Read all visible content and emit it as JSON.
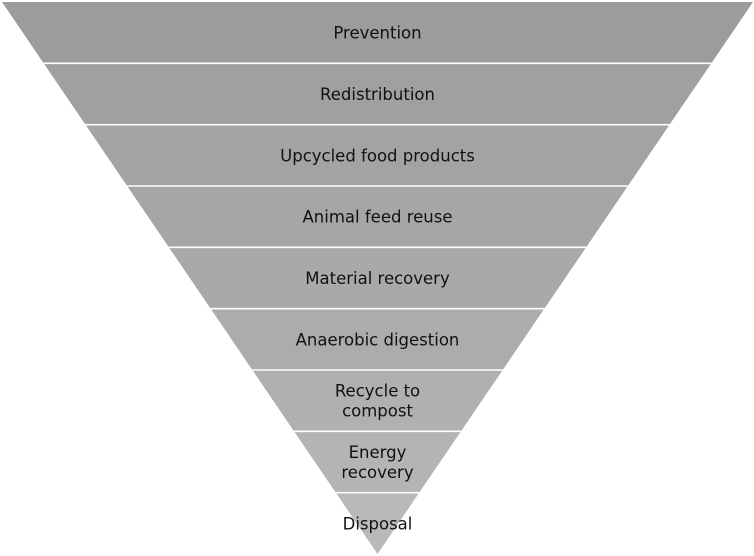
{
  "diagram": {
    "levels": [
      {
        "lines": [
          "Prevention"
        ],
        "color": "#9c9c9c"
      },
      {
        "lines": [
          "Redistribution"
        ],
        "color": "#a0a0a0"
      },
      {
        "lines": [
          "Upcycled food products"
        ],
        "color": "#a3a3a3"
      },
      {
        "lines": [
          "Animal feed reuse"
        ],
        "color": "#a6a6a6"
      },
      {
        "lines": [
          "Material recovery"
        ],
        "color": "#a9a9a9"
      },
      {
        "lines": [
          "Anaerobic digestion"
        ],
        "color": "#acacac"
      },
      {
        "lines": [
          "Recycle to",
          "compost"
        ],
        "color": "#b0b0b0"
      },
      {
        "lines": [
          "Energy",
          "recovery"
        ],
        "color": "#b4b4b4"
      },
      {
        "lines": [
          "Disposal"
        ],
        "color": "#b9b9b9"
      }
    ],
    "divider_color": "#ffffff",
    "text_color": "#111111"
  }
}
